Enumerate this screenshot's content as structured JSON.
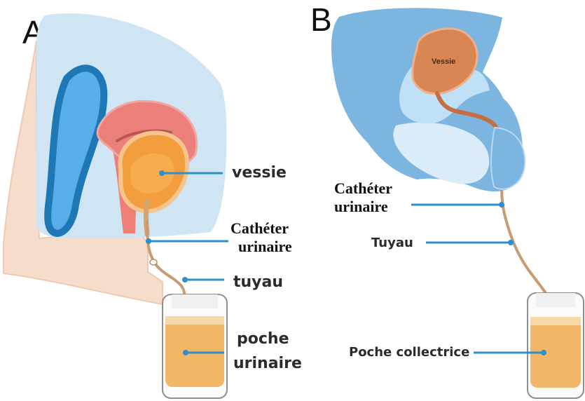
{
  "panel_a": {
    "letter": "A",
    "labels": {
      "bladder": "vessie",
      "catheter_line1": "Cathéter",
      "catheter_line2": "urinaire",
      "tube": "tuyau",
      "bag_line1": "poche",
      "bag_line2": "urinaire"
    }
  },
  "panel_b": {
    "letter": "B",
    "labels": {
      "bladder": "Vessie",
      "catheter_line1": "Cathéter",
      "catheter_line2": "urinaire",
      "tube": "Tuyau",
      "bag": "Poche collectrice"
    }
  },
  "colors": {
    "skin": "#f6dccb",
    "pelvis": "#cfe5f4",
    "organ_blue": "#79b9e5",
    "organ_dark_blue": "#2b8ecf",
    "uterus": "#e77f79",
    "bladder": "#f29d3e",
    "male_bladder": "#d98554",
    "tube": "#c89b73",
    "bag_fill": "#f1b766",
    "pointer": "#2e8fcb"
  }
}
